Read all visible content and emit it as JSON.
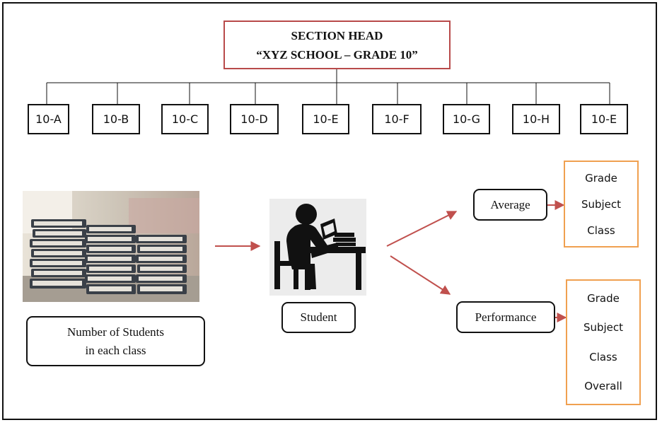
{
  "section_head": {
    "line1": "SECTION HEAD",
    "line2": "“XYZ SCHOOL – GRADE 10”"
  },
  "classes": [
    "10-A",
    "10-B",
    "10-C",
    "10-D",
    "10-E",
    "10-F",
    "10-G",
    "10-H",
    "10-E"
  ],
  "students_count": {
    "line1": "Number of Students",
    "line2": "in each class"
  },
  "student_label": "Student",
  "average": {
    "label": "Average",
    "items": [
      "Grade",
      "Subject",
      "Class"
    ]
  },
  "performance": {
    "label": "Performance",
    "items": [
      "Grade",
      "Subject",
      "Class",
      "Overall"
    ]
  },
  "colors": {
    "arrow": "#c0504d",
    "head_border": "#b84a4a",
    "list_border": "#f0a050"
  }
}
